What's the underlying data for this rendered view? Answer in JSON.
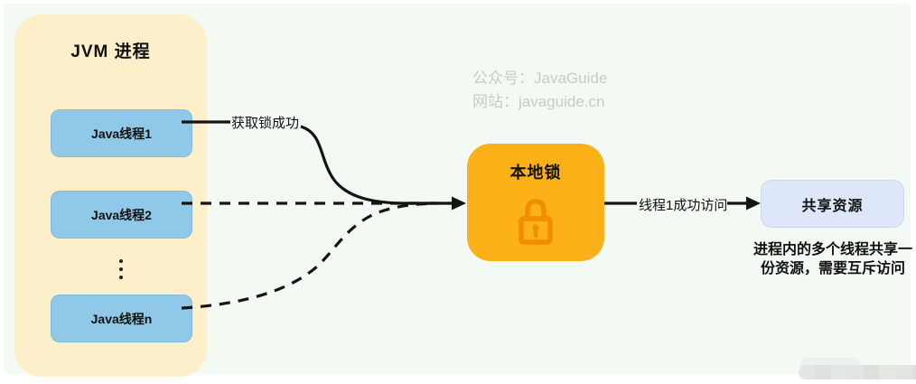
{
  "jvm": {
    "title": "JVM 进程",
    "threads": [
      "Java线程1",
      "Java线程2",
      "Java线程n"
    ]
  },
  "lock": {
    "label": "本地锁",
    "icon": "lock-icon"
  },
  "shared": {
    "label": "共享资源",
    "caption_line1": "进程内的多个线程共享一",
    "caption_line2": "份资源，需要互斥访问"
  },
  "edges": {
    "acquire_label": "获取锁成功",
    "access_label": "线程1成功访问"
  },
  "watermark": {
    "line1": "公众号：JavaGuide",
    "line2": "网站：javaguide.cn"
  },
  "colors": {
    "background": "#F3FAF4",
    "jvm_container": "#FCEFC9",
    "thread_box": "#90C9E8",
    "lock_box": "#FBB117",
    "lock_icon": "#F18E00",
    "shared_box": "#DEE7FA",
    "line": "#141414",
    "watermark": "#C7CBC5"
  }
}
